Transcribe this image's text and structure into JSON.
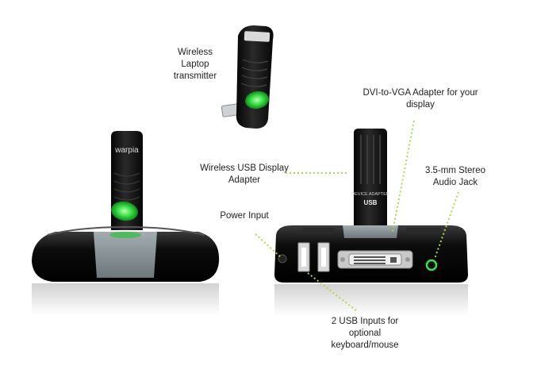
{
  "labels": {
    "transmitter": "Wireless Laptop transmitter",
    "dvi": "DVI-to-VGA Adapter for your display",
    "usb_display": "Wireless USB Display Adapter",
    "audio": "3.5-mm Stereo Audio Jack",
    "power": "Power Input",
    "usb_inputs": "2 USB Inputs for optional keyboard/mouse"
  },
  "device_text": {
    "brand": "warpia",
    "sticker_line1": "DEVICE ADAPTER",
    "sticker_line2": "USB"
  },
  "colors": {
    "device_black": "#111111",
    "glow_green": "#3ee04a",
    "leader_line": "#a8d94a",
    "gray_cradle": "#7f8c90"
  }
}
